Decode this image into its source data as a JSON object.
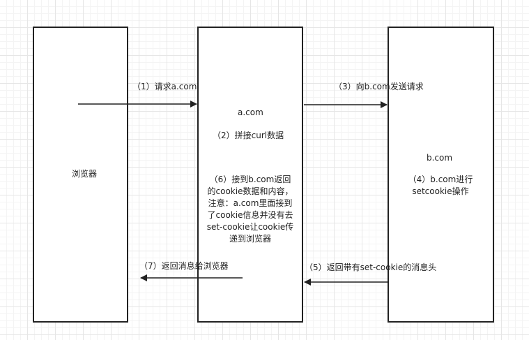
{
  "nodes": {
    "browser": {
      "label": "浏览器"
    },
    "acom": {
      "label": "a.com",
      "step2": "（2）拼接curl数据"
    },
    "bcom": {
      "label": "b.com",
      "step4_line1": "（4）b.com进行",
      "step4_line2": "setcookie操作"
    }
  },
  "steps": {
    "s1": "（1）请求a.com",
    "s3": "（3）向b.com发送请求",
    "s5": "（5）返回带有set-cookie的消息头",
    "s6": [
      "（6）接到b.com返回",
      "的cookie数据和内容，",
      "注意：a.com里面接到",
      "了cookie信息并没有去",
      "set-cookie让cookie传",
      "递到浏览器"
    ],
    "s7": "（7）返回消息给浏览器"
  }
}
